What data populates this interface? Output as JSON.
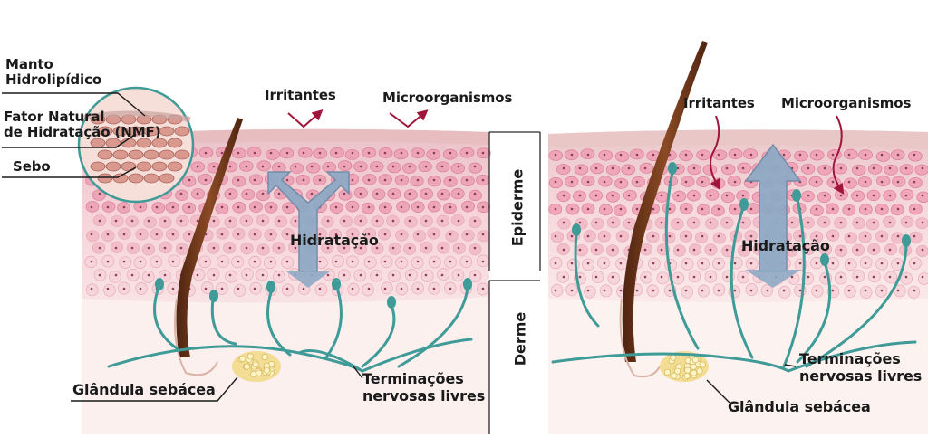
{
  "left_panel": {
    "inset_labels": {
      "manto_line1": "Manto",
      "manto_line2": "Hidrolipídico",
      "nmf_line1": "Fator Natural",
      "nmf_line2": "de Hidratação (NMF)",
      "sebo": "Sebo"
    },
    "irritantes": "Irritantes",
    "microorganismos": "Microorganismos",
    "hidratacao": "Hidratação",
    "glandula": "Glândula sebácea",
    "terminacoes_line1": "Terminações",
    "terminacoes_line2": "nervosas livres"
  },
  "layers": {
    "epiderme": "Epiderme",
    "derme": "Derme"
  },
  "right_panel": {
    "irritantes": "Irritantes",
    "microorganismos": "Microorganismos",
    "hidratacao": "Hidratação",
    "terminacoes_line1": "Terminações",
    "terminacoes_line2": "nervosas livres",
    "glandula": "Glândula sebácea"
  },
  "colors": {
    "skin_pink": "#f2cfd6",
    "cell_pink": "#ec9fb3",
    "cell_dark": "#c25a78",
    "derm": "#faeae8",
    "hair": "#6b3518",
    "nerve": "#3f9b97",
    "arrow_blue": "#8faac4",
    "irritant_red": "#a0163a",
    "gland": "#f2dc94"
  }
}
